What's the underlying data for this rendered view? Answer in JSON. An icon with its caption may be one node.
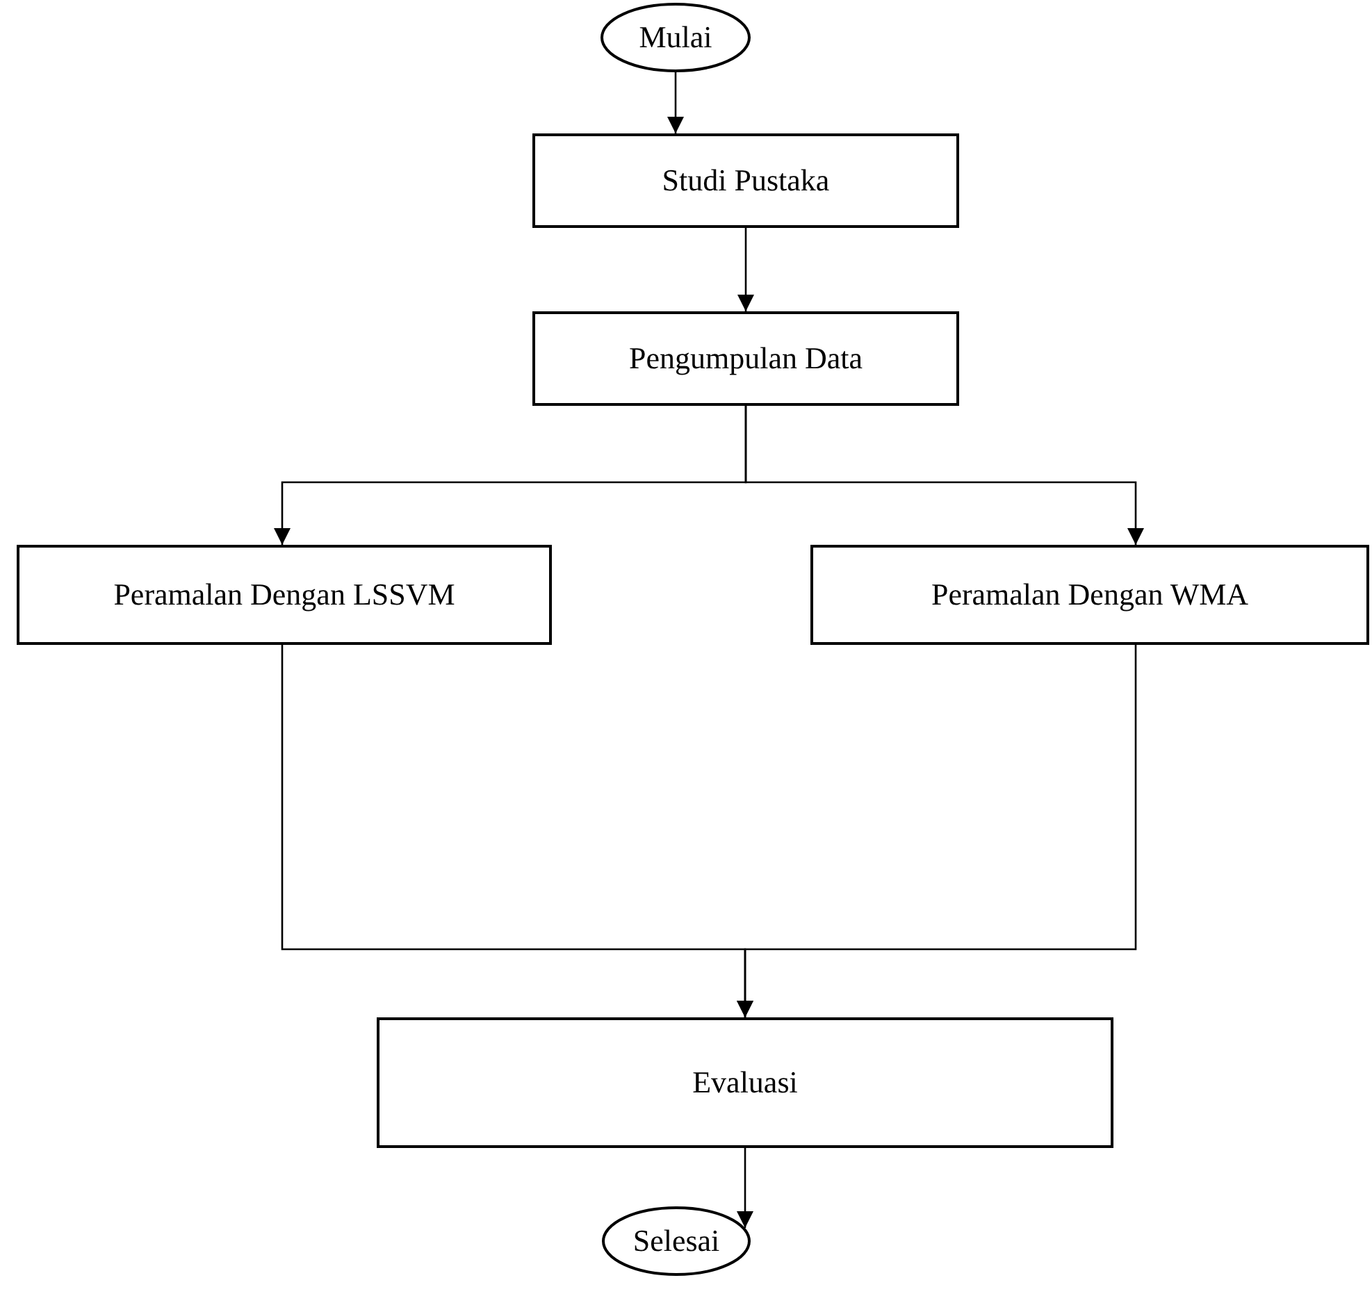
{
  "diagram": {
    "nodes": [
      {
        "text": [
          "Mulai"
        ]
      },
      {
        "text": [
          "Studi Pustaka"
        ]
      },
      {
        "text": [
          "Pengumpulan Data"
        ]
      },
      {
        "text": [
          "Peramalan Dengan LSSVM"
        ]
      },
      {
        "text": [
          "Peramalan Dengan WMA"
        ]
      },
      {
        "text": [
          "Evaluasi"
        ]
      },
      {
        "text": [
          "Selesai"
        ]
      }
    ],
    "edges": [
      {
        "from": 0,
        "to": 1,
        "arrow": "to"
      },
      {
        "from": 1,
        "to": 2,
        "arrow": "to"
      },
      {
        "from": 2,
        "to": 3,
        "arrow": "to"
      },
      {
        "from": 2,
        "to": 4,
        "arrow": "to"
      },
      {
        "from": 3,
        "to": 5,
        "arrow": "to"
      },
      {
        "from": 4,
        "to": 5,
        "arrow": "to"
      },
      {
        "from": 5,
        "to": 6,
        "arrow": "to"
      }
    ]
  }
}
